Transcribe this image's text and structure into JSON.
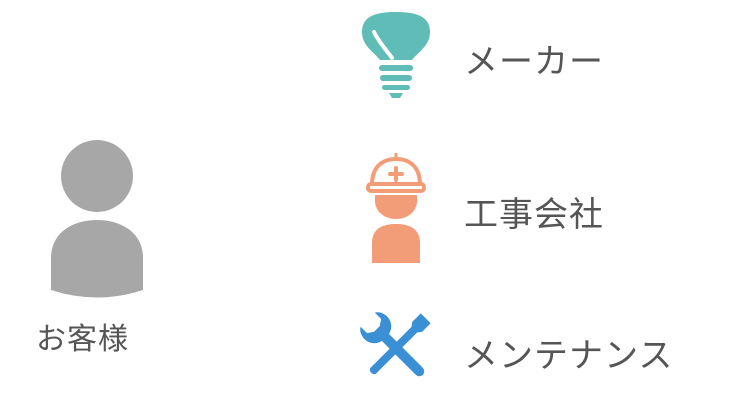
{
  "customer": {
    "label": "お客様",
    "icon": "person-icon",
    "color": "#a7a7a7"
  },
  "roles": [
    {
      "label": "メーカー",
      "icon": "light-bulb-icon",
      "color": "#5fbcb6"
    },
    {
      "label": "工事会社",
      "icon": "construction-worker-icon",
      "color": "#f39c78"
    },
    {
      "label": "メンテナンス",
      "icon": "wrench-screwdriver-icon",
      "color": "#3b8fd4"
    }
  ]
}
